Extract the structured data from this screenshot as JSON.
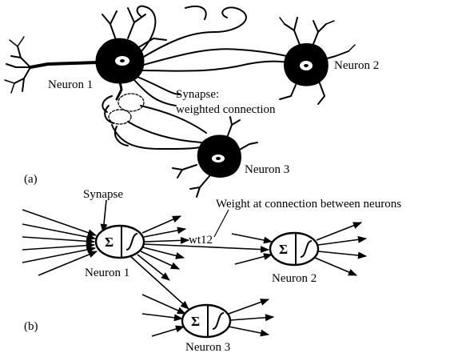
{
  "panel_a": {
    "tag": "(a)",
    "neuron1_label": "Neuron 1",
    "neuron2_label": "Neuron 2",
    "neuron3_label": "Neuron 3",
    "synapse_label_line1": "Synapse:",
    "synapse_label_line2": "weighted connection"
  },
  "panel_b": {
    "tag": "(b)",
    "synapse_label": "Synapse",
    "weight_label": "Weight at connection between neurons",
    "weight_name": "wt12",
    "neuron1_label": "Neuron 1",
    "neuron2_label": "Neuron 2",
    "neuron3_label": "Neuron 3",
    "sum_symbol": "Σ"
  }
}
